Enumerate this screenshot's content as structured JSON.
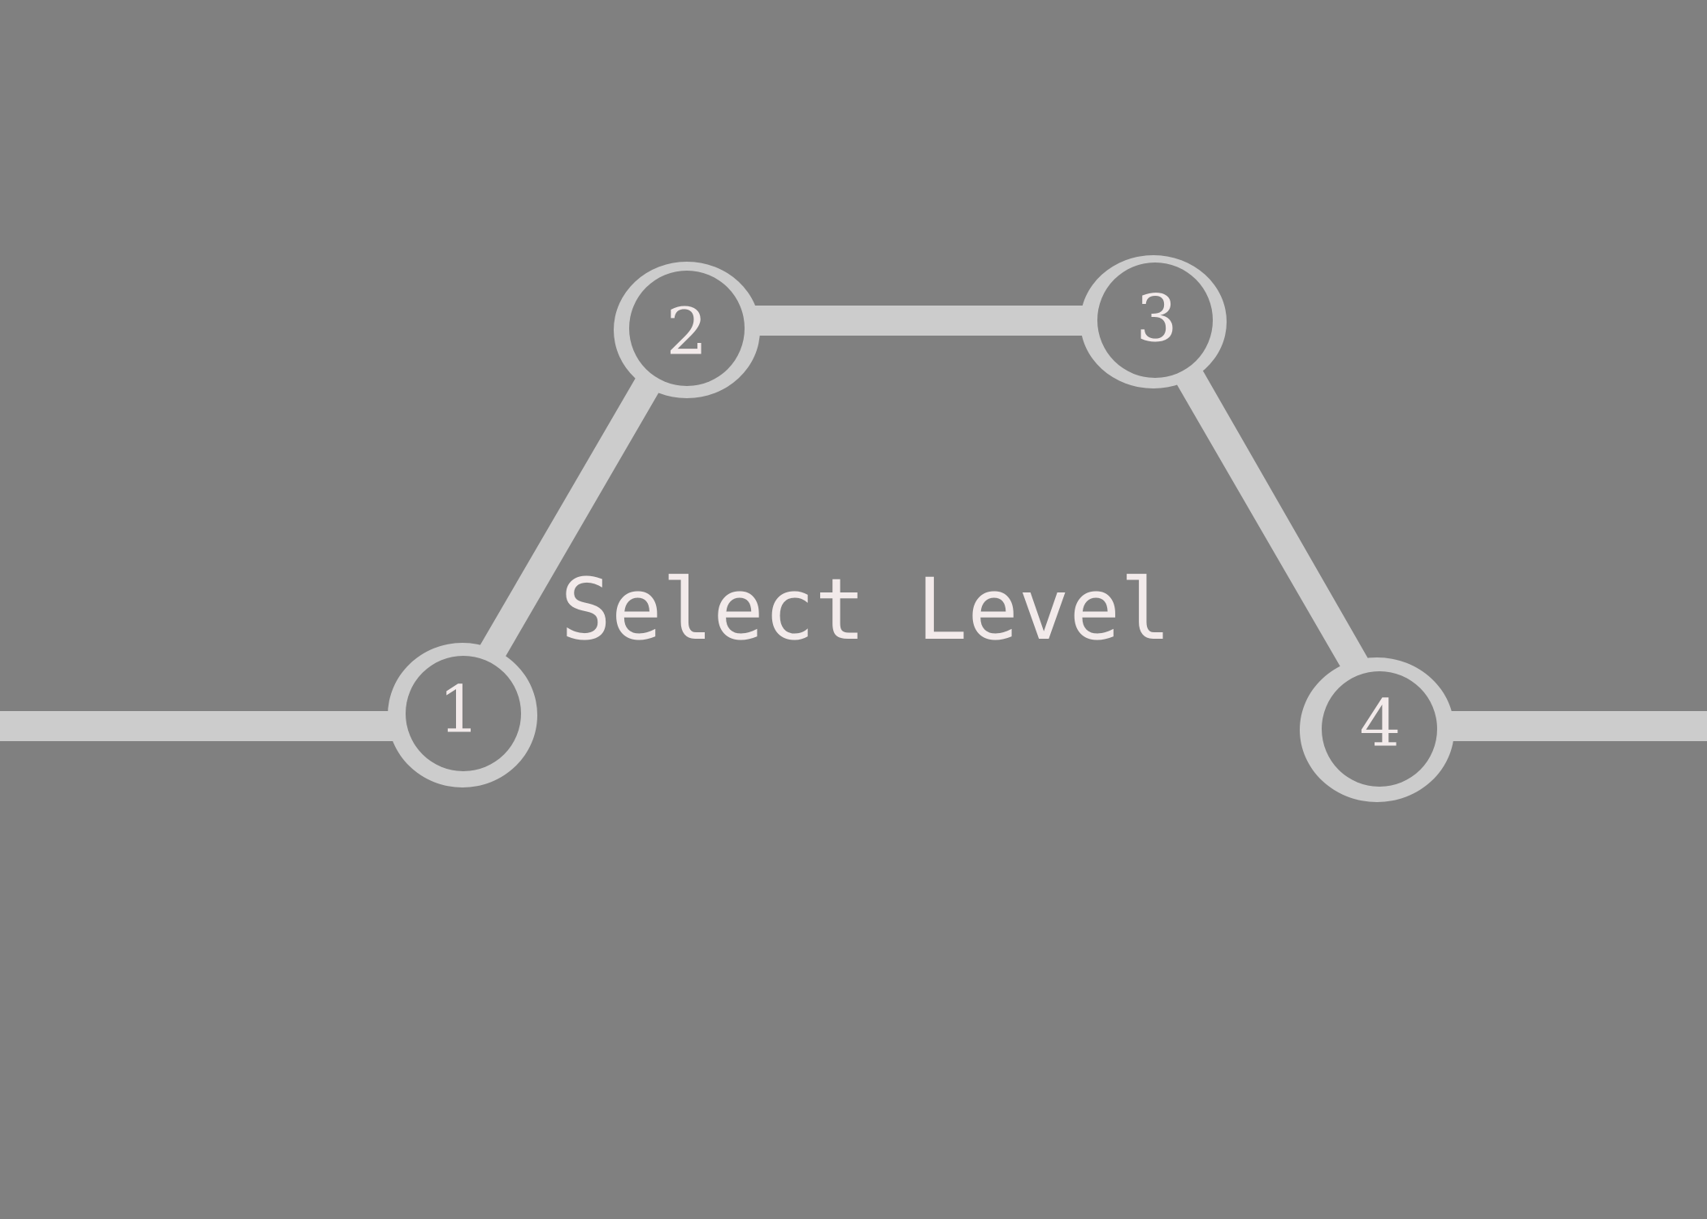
{
  "screen": {
    "title": "Select Level"
  },
  "levels": [
    {
      "id": "level-1",
      "label": "1"
    },
    {
      "id": "level-2",
      "label": "2"
    },
    {
      "id": "level-3",
      "label": "3"
    },
    {
      "id": "level-4",
      "label": "4"
    }
  ],
  "colors": {
    "background": "#808080",
    "path": "#cccccc",
    "text": "#f2eaea"
  }
}
